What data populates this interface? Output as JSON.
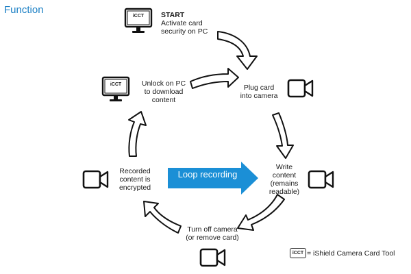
{
  "title": "Function",
  "steps": {
    "start": {
      "heading": "START",
      "lines": [
        "Activate card",
        "security on PC"
      ]
    },
    "plug": {
      "lines": [
        "Plug card",
        "into camera"
      ]
    },
    "write": {
      "lines": [
        "Write",
        "content",
        "(remains",
        "readable)"
      ]
    },
    "turnoff": {
      "lines": [
        "Turn off camera",
        "(or remove card)"
      ]
    },
    "recorded": {
      "lines": [
        "Recorded",
        "content is",
        "encrypted"
      ]
    },
    "unlock": {
      "lines": [
        "Unlock on PC",
        "to download",
        "content"
      ]
    }
  },
  "loop_label": "Loop recording",
  "monitor_text": "iCCT",
  "legend": {
    "badge": "iCCT",
    "text": "= iShield Camera Card Tool"
  },
  "colors": {
    "accent": "#1a7fc4",
    "loop_arrow": "#1b8fd6",
    "ink": "#1a1a1a"
  },
  "icons": [
    "monitor-icon",
    "camera-icon",
    "flow-arrow"
  ]
}
